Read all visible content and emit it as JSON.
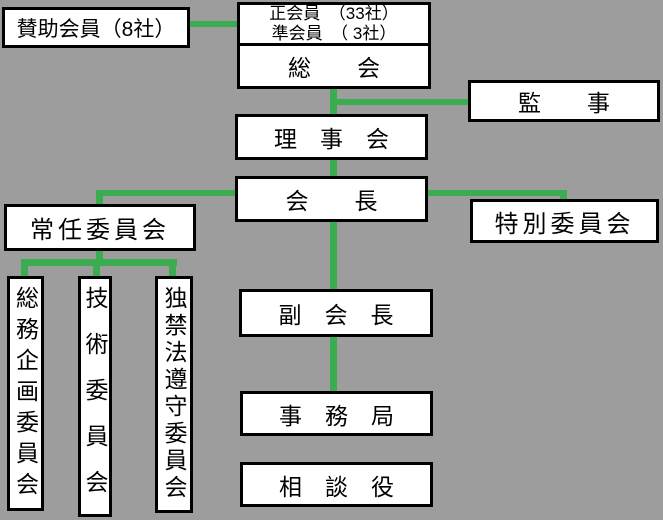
{
  "colors": {
    "background": "#9d9d9d",
    "connector_line": "#3cac50",
    "box_fill": "#ffffff",
    "box_border": "#000000",
    "text": "#000000"
  },
  "nodes": {
    "sanjo_kaiin": "賛助会員（8社）",
    "members_line1": "正会員　（33社）",
    "members_line2": "準会員　（ 3社）",
    "soukai": "総　　会",
    "kanji": "監　　事",
    "rijikai": "理　事　会",
    "kaicho": "会　　長",
    "jonin_iinkai": "常任委員会",
    "tokubetsu_iinkai": "特別委員会",
    "somu_kikaku_iinkai": "総務企画委員会",
    "gijutsu_iinkai": "技術委員会",
    "dokkinhou_junshu_iinkai": "独禁法遵守委員会",
    "fuku_kaicho": "副　会　長",
    "jimukyoku": "事　務　局",
    "sodanyaku": "相　談　役"
  }
}
